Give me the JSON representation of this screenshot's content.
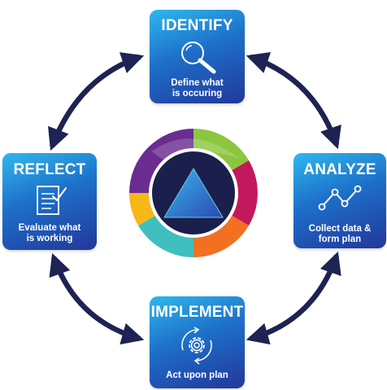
{
  "steps": {
    "identify": {
      "title": "IDENTIFY",
      "desc_line1": "Define what",
      "desc_line2": "is occuring"
    },
    "analyze": {
      "title": "ANALYZE",
      "desc_line1": "Collect data &",
      "desc_line2": "form plan"
    },
    "implement": {
      "title": "IMPLEMENT",
      "desc_line1": "Act upon plan",
      "desc_line2": ""
    },
    "reflect": {
      "title": "REFLECT",
      "desc_line1": "Evaluate what",
      "desc_line2": "is working"
    }
  },
  "icons": {
    "identify": "magnifier-icon",
    "analyze": "line-graph-icon",
    "implement": "gear-cycle-icon",
    "reflect": "checklist-icon",
    "center": "triangle-logo-icon"
  },
  "colors": {
    "arrow": "#1d2352",
    "card_light": "#2fb8ee",
    "card_dark": "#22379b",
    "center_dark": "#1b1f4b",
    "swirl": [
      "#6a2c91",
      "#8cc63f",
      "#c3185c",
      "#f37021",
      "#3fbfbf",
      "#f7b718"
    ]
  }
}
